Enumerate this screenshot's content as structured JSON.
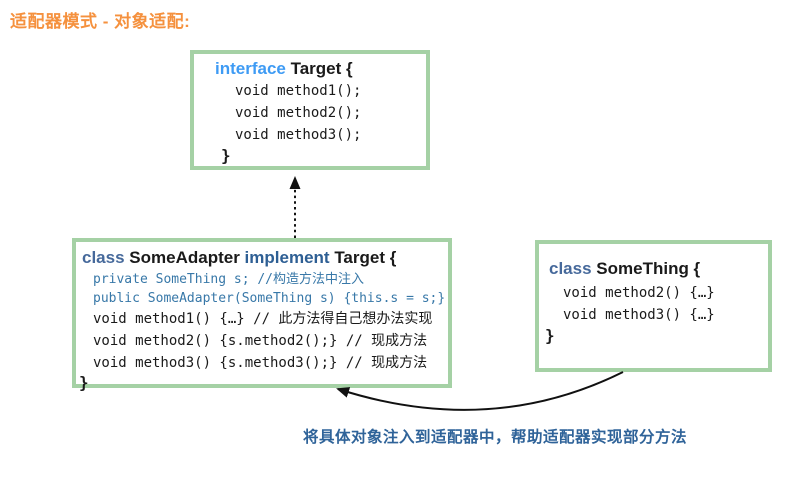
{
  "title": "适配器模式 - 对象适配:",
  "caption": "将具体对象注入到适配器中，帮助适配器实现部分方法",
  "boxes": {
    "target": {
      "keyword": "interface",
      "name": "Target {",
      "methods": [
        "void method1();",
        "void method2();",
        "void method3();"
      ],
      "close": "}"
    },
    "adapter": {
      "kw_class": "class",
      "name": "SomeAdapter",
      "kw_implement": "implement",
      "target_ref": "Target {",
      "field_lines": [
        "private SomeThing s; //构造方法中注入",
        "public SomeAdapter(SomeThing s) {this.s = s;}"
      ],
      "methods": [
        "void method1() {…} // 此方法得自己想办法实现",
        "void method2() {s.method2();} // 现成方法",
        "void method3() {s.method3();} // 现成方法"
      ],
      "close": "}"
    },
    "something": {
      "kw_class": "class",
      "name": "SomeThing {",
      "methods": [
        "void method2() {…}",
        "void method3() {…}"
      ],
      "close": "}"
    }
  },
  "colors": {
    "title": "#F5913E",
    "interface_keyword": "#3E9BF4",
    "class_keyword": "#46699B",
    "implement_keyword": "#2E5F94",
    "field_code": "#3878A8",
    "caption": "#2F6399",
    "box_border": "#A5D1A5",
    "arrow": "#111111"
  }
}
